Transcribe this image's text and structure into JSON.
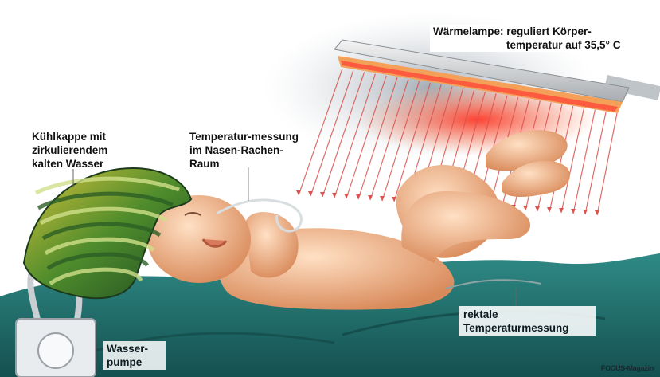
{
  "labels": {
    "lamp": {
      "line1": "Wärmelampe: reguliert Körper-",
      "line2": "temperatur auf 35,5° C"
    },
    "cooling_cap": "Kühlkappe mit zirkulierendem kalten Wasser",
    "temperature_nasal": "Temperatur-messung im Nasen-Rachen-Raum",
    "water_pump": "Wasser-pumpe",
    "rectal": "rektale Temperaturmessung"
  },
  "credit": "FOCUS-Magazin",
  "colors": {
    "background": "#ffffff",
    "blanket": "#1f6e6c",
    "heat_ray": "#d9534f",
    "skin": "#f2b48a",
    "cap": "#4a8a30",
    "lamp_shadow": "#c7ced6"
  }
}
